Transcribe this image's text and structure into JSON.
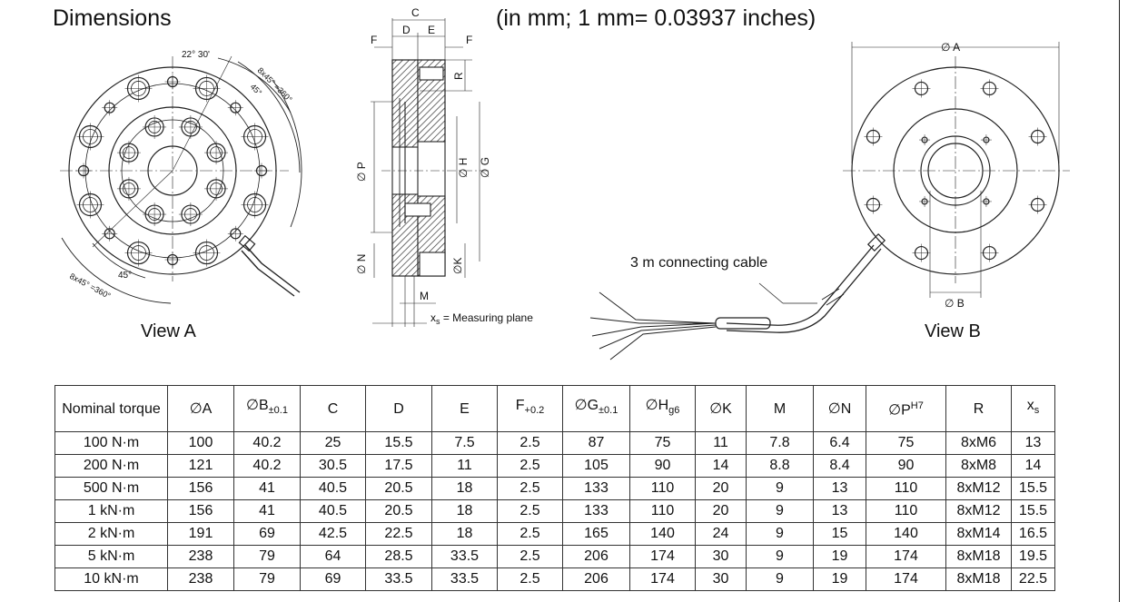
{
  "title": "Dimensions",
  "units_note": "(in mm; 1 mm= 0.03937 inches)",
  "views": {
    "view_a": "View A",
    "view_b": "View B",
    "cable_label": "3 m connecting cable"
  },
  "view_a_annotations": {
    "angle_top": "22° 30'",
    "holes_outer": "8x45° =360°",
    "angle_45_outer": "45°",
    "angle_45_lower": "45°",
    "holes_lower": "8x45° =360°"
  },
  "section_labels": {
    "C": "C",
    "D": "D",
    "E": "E",
    "F_left": "F",
    "F_right": "F",
    "R": "R",
    "H": "∅ H",
    "G": "∅ G",
    "P": "∅ P",
    "N": "∅ N",
    "K": "∅K",
    "M": "M",
    "measuring_plane": "x",
    "measuring_plane_sub": "s",
    "measuring_plane_text": " = Measuring plane"
  },
  "view_b_labels": {
    "A": "∅ A",
    "B": "∅ B"
  },
  "table": {
    "headers": [
      {
        "main": "Nominal torque"
      },
      {
        "main": "∅A"
      },
      {
        "main": "∅B",
        "sub": "±0.1"
      },
      {
        "main": "C"
      },
      {
        "main": "D"
      },
      {
        "main": "E"
      },
      {
        "main": "F",
        "sub": "+0.2"
      },
      {
        "main": "∅G",
        "sub": "±0.1"
      },
      {
        "main": "∅H",
        "sub": "g6"
      },
      {
        "main": "∅K"
      },
      {
        "main": "M"
      },
      {
        "main": "∅N"
      },
      {
        "main": "∅P",
        "sup": "H7"
      },
      {
        "main": "R"
      },
      {
        "main": "x",
        "sub": "s"
      }
    ],
    "rows": [
      [
        "100 N·m",
        "100",
        "40.2",
        "25",
        "15.5",
        "7.5",
        "2.5",
        "87",
        "75",
        "11",
        "7.8",
        "6.4",
        "75",
        "8xM6",
        "13"
      ],
      [
        "200 N·m",
        "121",
        "40.2",
        "30.5",
        "17.5",
        "11",
        "2.5",
        "105",
        "90",
        "14",
        "8.8",
        "8.4",
        "90",
        "8xM8",
        "14"
      ],
      [
        "500 N·m",
        "156",
        "41",
        "40.5",
        "20.5",
        "18",
        "2.5",
        "133",
        "110",
        "20",
        "9",
        "13",
        "110",
        "8xM12",
        "15.5"
      ],
      [
        "1 kN·m",
        "156",
        "41",
        "40.5",
        "20.5",
        "18",
        "2.5",
        "133",
        "110",
        "20",
        "9",
        "13",
        "110",
        "8xM12",
        "15.5"
      ],
      [
        "2 kN·m",
        "191",
        "69",
        "42.5",
        "22.5",
        "18",
        "2.5",
        "165",
        "140",
        "24",
        "9",
        "15",
        "140",
        "8xM14",
        "16.5"
      ],
      [
        "5 kN·m",
        "238",
        "79",
        "64",
        "28.5",
        "33.5",
        "2.5",
        "206",
        "174",
        "30",
        "9",
        "19",
        "174",
        "8xM18",
        "19.5"
      ],
      [
        "10 kN·m",
        "238",
        "79",
        "69",
        "33.5",
        "33.5",
        "2.5",
        "206",
        "174",
        "30",
        "9",
        "19",
        "174",
        "8xM18",
        "22.5"
      ]
    ]
  }
}
